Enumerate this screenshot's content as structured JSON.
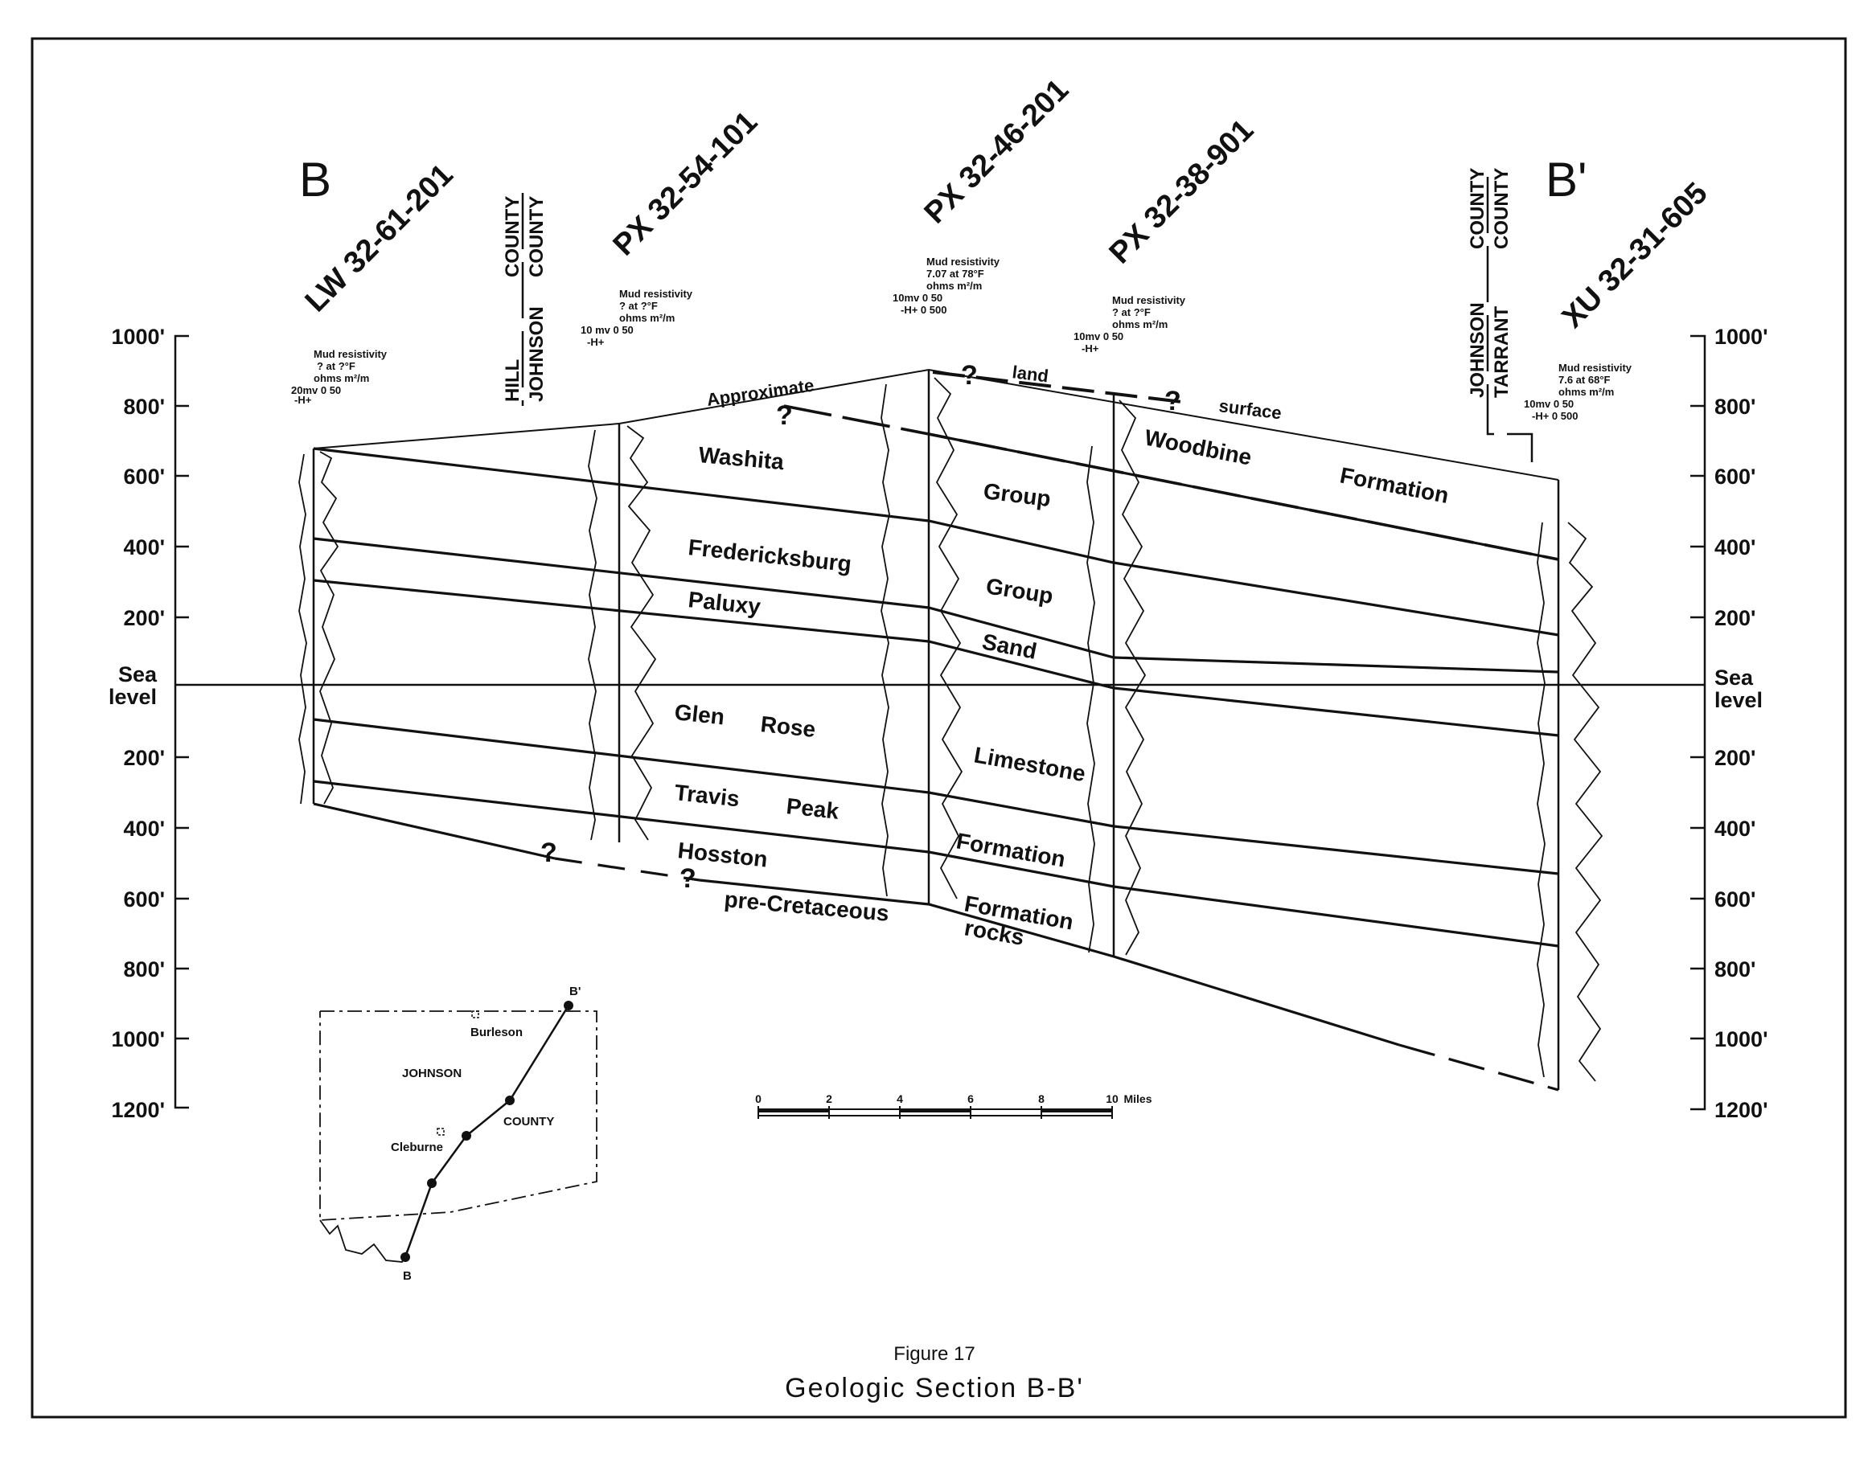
{
  "section": {
    "start_label": "B",
    "end_label": "B'"
  },
  "wells": [
    "LW 32-61-201",
    "PX 32-54-101",
    "PX 32-46-201",
    "PX 32-38-901",
    "XU 32-31-605"
  ],
  "county_lines": [
    {
      "upper": "COUNTY",
      "lower_a": "HILL",
      "lower_b": "JOHNSON",
      "upper_b": "COUNTY"
    },
    {
      "upper": "COUNTY",
      "lower_a": "JOHNSON",
      "lower_b": "TARRANT",
      "upper_b": "COUNTY"
    }
  ],
  "depth_axis": {
    "labels": [
      "1000'",
      "800'",
      "600'",
      "400'",
      "200'",
      "Sea",
      "level",
      "200'",
      "400'",
      "600'",
      "800'",
      "1000'",
      "1200'"
    ]
  },
  "mud_resistivity": [
    {
      "l1": "Mud resistivity",
      "l2": "? at ?°F",
      "l3": "ohms m²/m",
      "l4": "20mv  0  50",
      "l5": "-H+"
    },
    {
      "l1": "Mud resistivity",
      "l2": "? at ?°F",
      "l3": "ohms m²/m",
      "l4": "10 mv  0   50",
      "l5": "-H+"
    },
    {
      "l1": "Mud resistivity",
      "l2": "7.07 at 78°F",
      "l3": "ohms m²/m",
      "l4": "10mv  0   50",
      "l5": "-H+  0  500"
    },
    {
      "l1": "Mud resistivity",
      "l2": "? at ?°F",
      "l3": "ohms m²/m",
      "l4": "10mv  0   50",
      "l5": "-H+"
    },
    {
      "l1": "Mud resistivity",
      "l2": "7.6 at 68°F",
      "l3": "ohms m²/m",
      "l4": "10mv  0   50",
      "l5": "-H+  0  500"
    }
  ],
  "units": {
    "approx": "Approximate",
    "land": "land",
    "surface": "surface",
    "washita": "Washita",
    "group1": "Group",
    "woodbine": "Woodbine",
    "formation_w": "Formation",
    "fredericksburg": "Fredericksburg",
    "group2": "Group",
    "paluxy": "Paluxy",
    "sand": "Sand",
    "glen": "Glen",
    "rose": "Rose",
    "limestone": "Limestone",
    "travis": "Travis",
    "peak": "Peak",
    "formation_tp": "Formation",
    "hosston": "Hosston",
    "formation_h": "Formation",
    "pre": "pre-Cretaceous",
    "rocks": "rocks",
    "q": "?"
  },
  "scale_bar": {
    "ticks": [
      "0",
      "2",
      "4",
      "6",
      "8",
      "10"
    ],
    "unit": "Miles"
  },
  "location_map": {
    "county": "JOHNSON",
    "county2": "COUNTY",
    "town1": "Burleson",
    "town2": "Cleburne",
    "pt_b": "B",
    "pt_bp": "B'"
  },
  "caption": {
    "figure": "Figure 17",
    "title": "Geologic Section B-B'"
  }
}
